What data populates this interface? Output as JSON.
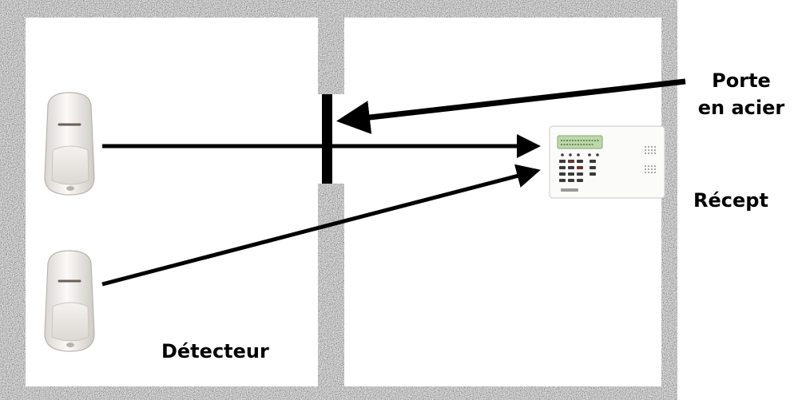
{
  "labels": {
    "door_line1": "Porte",
    "door_line2": "en acier",
    "receiver": "Récept",
    "detector": "Détecteur"
  },
  "icons": {
    "detector_top": "motion-detector-icon",
    "detector_bottom": "motion-detector-icon",
    "receiver": "alarm-keypad-icon"
  },
  "colors": {
    "wall_texture": "#9a9a9a",
    "room_fill": "#ffffff",
    "arrow": "#000000",
    "door": "#000000",
    "keypad_screen": "#bcd8a8"
  }
}
